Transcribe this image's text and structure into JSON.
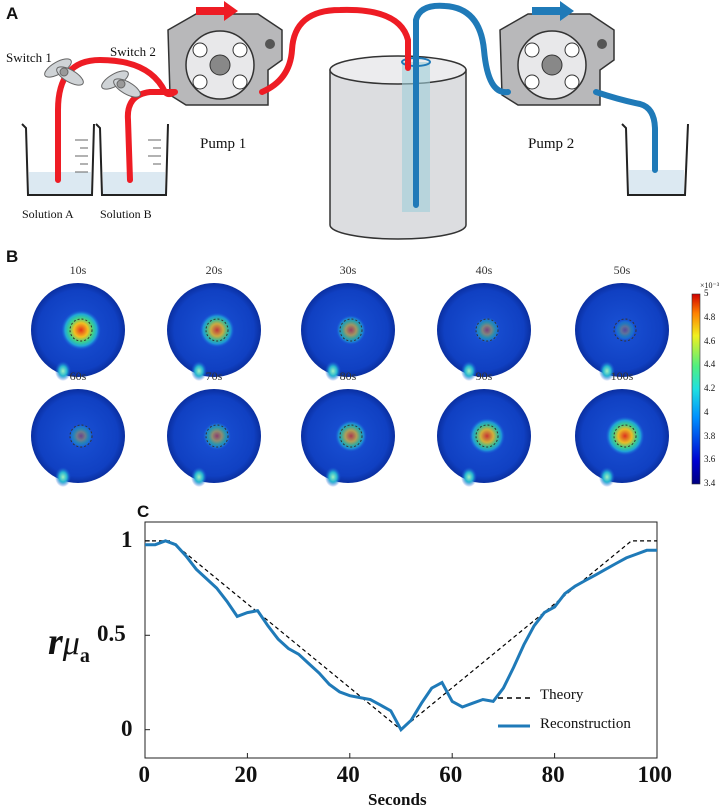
{
  "panels": {
    "a": "A",
    "b": "B",
    "c": "C"
  },
  "setup": {
    "switch1": "Switch 1",
    "switch2": "Switch 2",
    "pump1": "Pump 1",
    "pump2": "Pump 2",
    "solution_a": "Solution A",
    "solution_b": "Solution B",
    "colors": {
      "inflow_tube": "#ee1c24",
      "outflow_tube": "#1f7ab8"
    }
  },
  "maps": {
    "times": [
      "10s",
      "20s",
      "30s",
      "40s",
      "50s",
      "60s",
      "70s",
      "80s",
      "90s",
      "100s"
    ],
    "intensity": [
      1.0,
      0.75,
      0.5,
      0.3,
      0.08,
      0.2,
      0.4,
      0.6,
      0.8,
      0.95
    ],
    "colorbar": {
      "exponent": "×10⁻³",
      "ticks": [
        "5",
        "4.8",
        "4.6",
        "4.4",
        "4.2",
        "4",
        "3.8",
        "3.6",
        "3.4"
      ]
    }
  },
  "chart_data": {
    "type": "line",
    "xlabel": "Seconds",
    "ylabel_base": "r",
    "ylabel_greek": "μ",
    "ylabel_sub": "a",
    "xlim": [
      0,
      100
    ],
    "ylim": [
      -0.15,
      1.1
    ],
    "xticks": [
      "0",
      "20",
      "40",
      "60",
      "80",
      "100"
    ],
    "yticks": [
      "0",
      "0.5",
      "1"
    ],
    "legend_position": "bottom-right",
    "series": [
      {
        "name": "Theory",
        "style": "dashed",
        "color": "#000000",
        "x": [
          0,
          5,
          50,
          95,
          100
        ],
        "y": [
          1,
          1,
          0,
          1,
          1
        ]
      },
      {
        "name": "Reconstruction",
        "style": "solid",
        "color": "#1f7ab8",
        "x": [
          0,
          2,
          4,
          6,
          8,
          10,
          12,
          14,
          16,
          18,
          20,
          22,
          24,
          26,
          28,
          30,
          32,
          34,
          36,
          38,
          40,
          42,
          44,
          46,
          48,
          50,
          52,
          54,
          56,
          58,
          60,
          62,
          64,
          66,
          68,
          70,
          72,
          74,
          76,
          78,
          80,
          82,
          84,
          86,
          88,
          90,
          92,
          94,
          96,
          98,
          100
        ],
        "y": [
          0.98,
          0.98,
          1.0,
          0.98,
          0.92,
          0.85,
          0.8,
          0.75,
          0.68,
          0.6,
          0.62,
          0.63,
          0.55,
          0.48,
          0.43,
          0.4,
          0.35,
          0.3,
          0.24,
          0.2,
          0.18,
          0.17,
          0.16,
          0.13,
          0.1,
          0.0,
          0.05,
          0.14,
          0.22,
          0.25,
          0.15,
          0.12,
          0.14,
          0.16,
          0.15,
          0.22,
          0.33,
          0.45,
          0.55,
          0.62,
          0.65,
          0.72,
          0.76,
          0.79,
          0.82,
          0.85,
          0.88,
          0.91,
          0.93,
          0.95,
          0.95
        ]
      }
    ]
  }
}
